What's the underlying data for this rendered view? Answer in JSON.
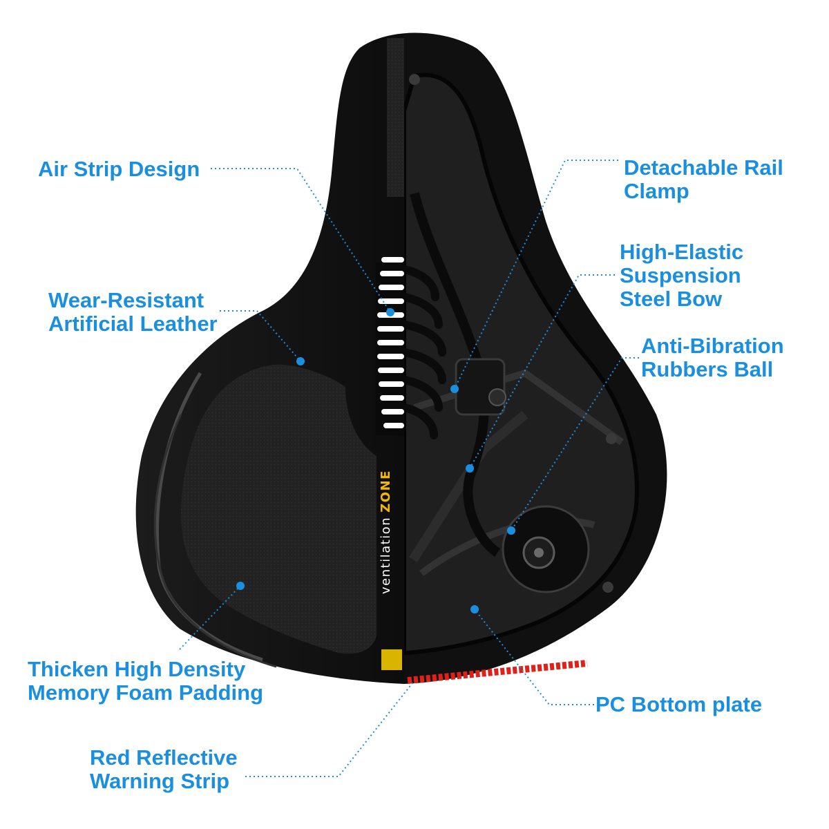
{
  "callouts": {
    "air_strip": "Air Strip Design",
    "wear_resistant": "Wear-Resistant\nArtificial Leather",
    "memory_foam": "Thicken High Density\nMemory Foam Padding",
    "reflective_strip": "Red Reflective\nWarning Strip",
    "rail_clamp": "Detachable Rail\nClamp",
    "suspension": "High-Elastic\nSuspension\nSteel Bow",
    "rubber_ball": "Anti-Bibration\nRubbers Ball",
    "bottom_plate": "PC Bottom plate"
  },
  "saddle_print": {
    "word": "ventilation",
    "emphasis": "ZONE"
  },
  "colors": {
    "callout_blue": "#1a8fe0",
    "saddle_black": "#0b0b0b",
    "zone_yellow": "#f5b800",
    "reflector_red": "#e0201a"
  }
}
